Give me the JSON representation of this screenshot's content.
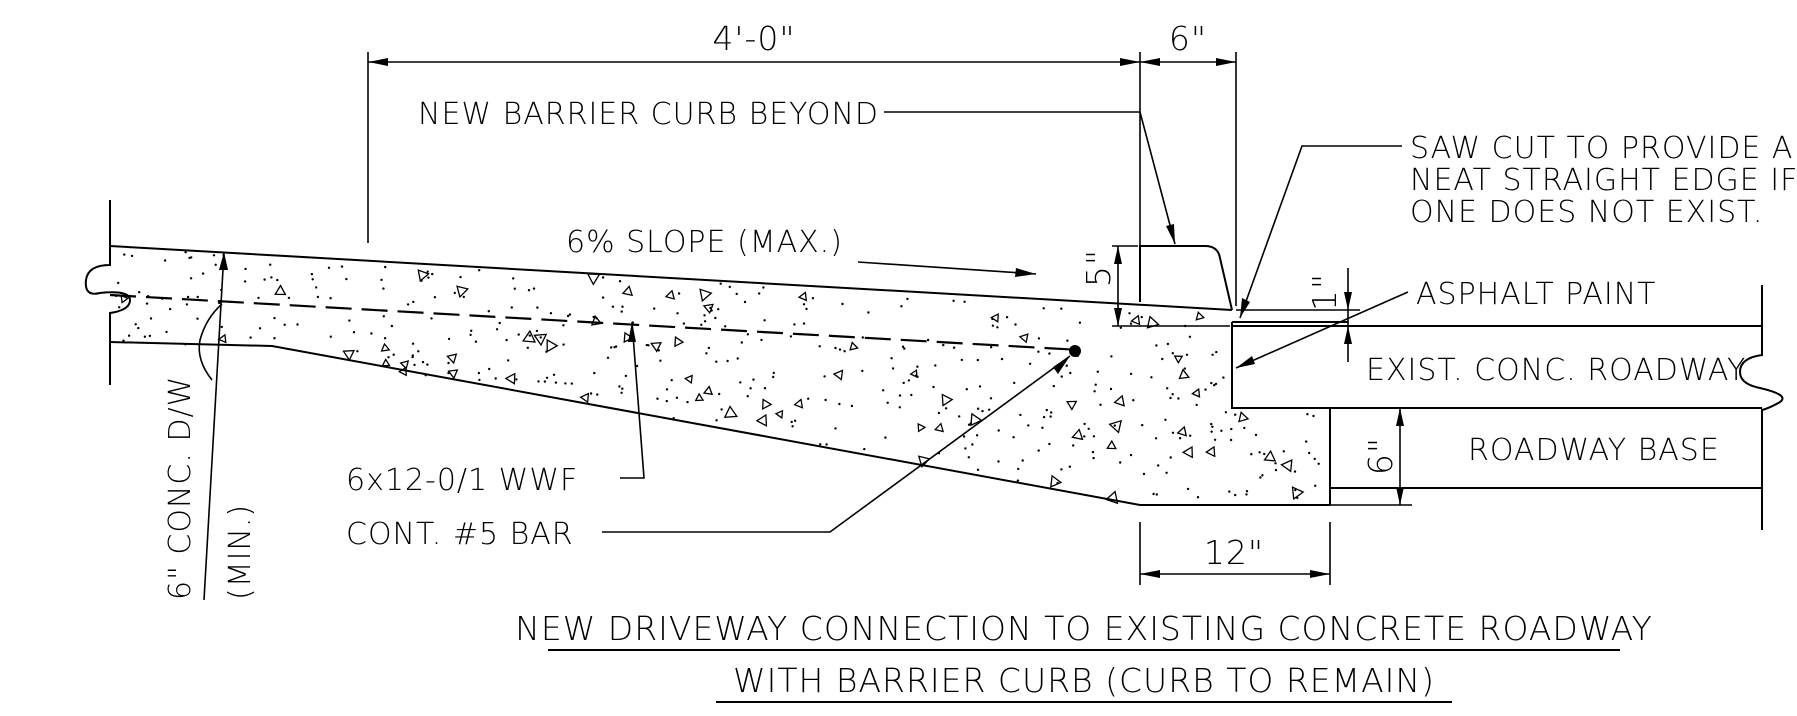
{
  "dimensions": {
    "width_label": "4'-0\"",
    "curb_width_label": "6\"",
    "curb_height_label": "5\"",
    "paint_offset_label": "1\"",
    "base_depth_label": "6\"",
    "footing_width_label": "12\""
  },
  "callouts": {
    "barrier_curb": "NEW BARRIER CURB BEYOND",
    "slope": "6% SLOPE (MAX.)",
    "saw_cut_line1": "SAW CUT TO PROVIDE A",
    "saw_cut_line2": "NEAT STRAIGHT EDGE IF",
    "saw_cut_line3": "ONE DOES NOT EXIST.",
    "asphalt_paint": "ASPHALT PAINT",
    "exist_roadway": "EXIST. CONC. ROADWAY",
    "roadway_base": "ROADWAY BASE",
    "wwf": "6x12-0/1 WWF",
    "bar": "CONT. #5 BAR",
    "dw_thickness": "6\" CONC. D/W",
    "dw_min": "(MIN.)"
  },
  "title": {
    "line1": "NEW DRIVEWAY CONNECTION TO EXISTING CONCRETE ROADWAY",
    "line2": "WITH BARRIER CURB (CURB TO REMAIN)"
  }
}
